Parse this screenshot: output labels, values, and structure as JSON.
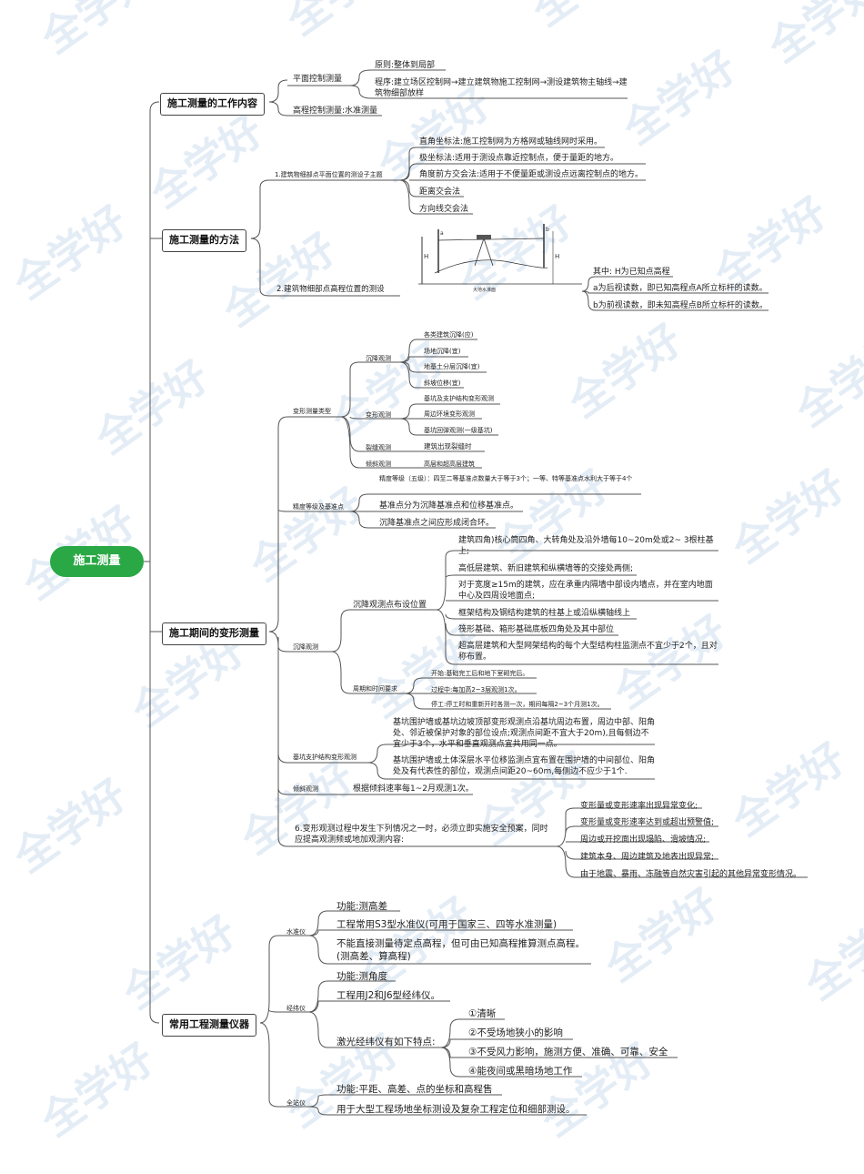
{
  "root": {
    "label": "施工测量"
  },
  "b1": {
    "label": "施工测量的工作内容",
    "plane": "平面控制测量",
    "principle": "原则:整体到局部",
    "program": "程序:建立场区控制网→建立建筑物施工控制网→测设建筑物主轴线→建筑物细部放样",
    "elev": "高程控制测量:水准测量"
  },
  "b2": {
    "label": "施工测量的方法",
    "p1": "1.建筑物细部点平面位置的测设子主题",
    "m1": "直角坐标法:施工控制网为方格网或轴线网时采用。",
    "m2": "极坐标法:适用于测设点靠近控制点，便于量距的地方。",
    "m3": "角度前方交会法:适用于不便量距或测设点远离控制点的地方。",
    "m4": "距离交会法",
    "m5": "方向线交会法",
    "p2": "2.建筑物细部点高程位置的测设",
    "n1": "其中: H为已知点高程",
    "n2": "a为后视读数，即已知高程点A所立标杆的读数。",
    "n3": "b为前视读数，即未知高程点B所立标杆的读数。",
    "fig_label": "大地水准面"
  },
  "b3": {
    "label": "施工期间的变形测量",
    "types": "变形测量类型",
    "settle": "沉降观测",
    "s1": "各类建筑沉降(应)",
    "s2": "场地沉降(宜)",
    "s3": "地基土分层沉降(宜)",
    "s4": "斜坡位移(宜)",
    "deform": "变形观测",
    "d1": "基坑及支护结构变形观测",
    "d2": "周边环境变形观测",
    "d3": "基坑回弹观测(一级基坑)",
    "crack": "裂缝观测",
    "crack_v": "建筑出现裂缝时",
    "tilt": "倾斜观测",
    "tilt_v": "高层和超高层建筑",
    "prec": "精度等级及基准点",
    "pr1": "精度等级（五级）：四至二等基准点数量大于等于3个；一等、特等基准点水利大于等于4个",
    "pr2": "基准点分为沉降基准点和位移基准点。",
    "pr3": "沉降基准点之间应形成闭合环。",
    "settle2": "沉降观测",
    "layout": "沉降观测点布设位置",
    "ly1": "建筑四角)核心筒四角、大转角处及沿外墙每10~20m处或2~ 3根柱基上;",
    "ly2": "高低层建筑、新旧建筑和纵横墙等的交接处两侧;",
    "ly3": "对于宽度≥15m的建筑，应在承重内隔墙中部设内墙点，并在室内地面中心及四周设地面点;",
    "ly4": "框架结构及钢结构建筑的柱基上或沿纵横轴线上",
    "ly5": "筏形基础、箱形基础底板四角处及其中部位",
    "ly6": "超高层建筑和大型网架结构的每个大型结构柱监测点不宜少于2个，且对称布置。",
    "period": "周期和时间要求",
    "pe1": "开始:基础完工后和地下室砌完后。",
    "pe2": "过程中:每加高2~3层观测1次。",
    "pe3": "停工:停工时和重新开时各测一次，期间每隔2~3个月测1次。",
    "pit": "基坑支护结构变形观测",
    "pit1": "基坑围护墙或基坑边坡顶部变形观测点沿基坑周边布置，周边中部、阳角处、邻近被保护对象的部位设点;观测点间距不宜大于20m),且每侧边不宜少于3个，水平和垂直观测点宜共用同一点。",
    "pit2": "基坑围护墙或土体深层水平位移监测点宜布置在围护墙的中间部位、阳角处及有代表性的部位，观测点间距20~60m,每侧边不应少于1个.",
    "tilt2": "倾斜观测",
    "tilt2_v": "根据倾斜速率每1~2月观测1次。",
    "p6": "6.变形观测过程中发生下列情况之一时，必须立即实施安全预案，同时应提高观测频或地加观测内容:",
    "w1": "变形量或变形速率出现异常变化;",
    "w2": "变形量或变形速率达到或超出预警值;",
    "w3": "周边或开挖面出现塌陷、滑坡情况;",
    "w4": "建筑本身、周边建筑及地表出现异常;",
    "w5": "由于地震、暴雨、冻融等自然灾害引起的其他异常变形情况。"
  },
  "b4": {
    "label": "常用工程测量仪器",
    "level": "水准仪",
    "lv1": "功能:测高差",
    "lv2": "工程常用S3型水准仪(可用于国家三、四等水准测量)",
    "lv3": "不能直接测量待定点高程，但可由已知高程推算测点高程。(测高差、算高程)",
    "theo": "经纬仪",
    "th1": "功能:测角度",
    "th2": "工程用J2和J6型经纬仪。",
    "th3": "激光经纬仪有如下特点:",
    "f1": "①清晰",
    "f2": "②不受场地狭小的影响",
    "f3": "③不受风力影响，施测方便、准确、可靠、安全",
    "f4": "④能夜间或黑暗场地工作",
    "total": "全站仪",
    "to1": "功能:平距、高差、点的坐标和高程售",
    "to2": "用于大型工程场地坐标测设及复杂工程定位和细部测设。"
  },
  "watermark": "全学好",
  "colors": {
    "root": "#2aa845",
    "line": "#555555",
    "watermark": "#cfe0f0"
  }
}
